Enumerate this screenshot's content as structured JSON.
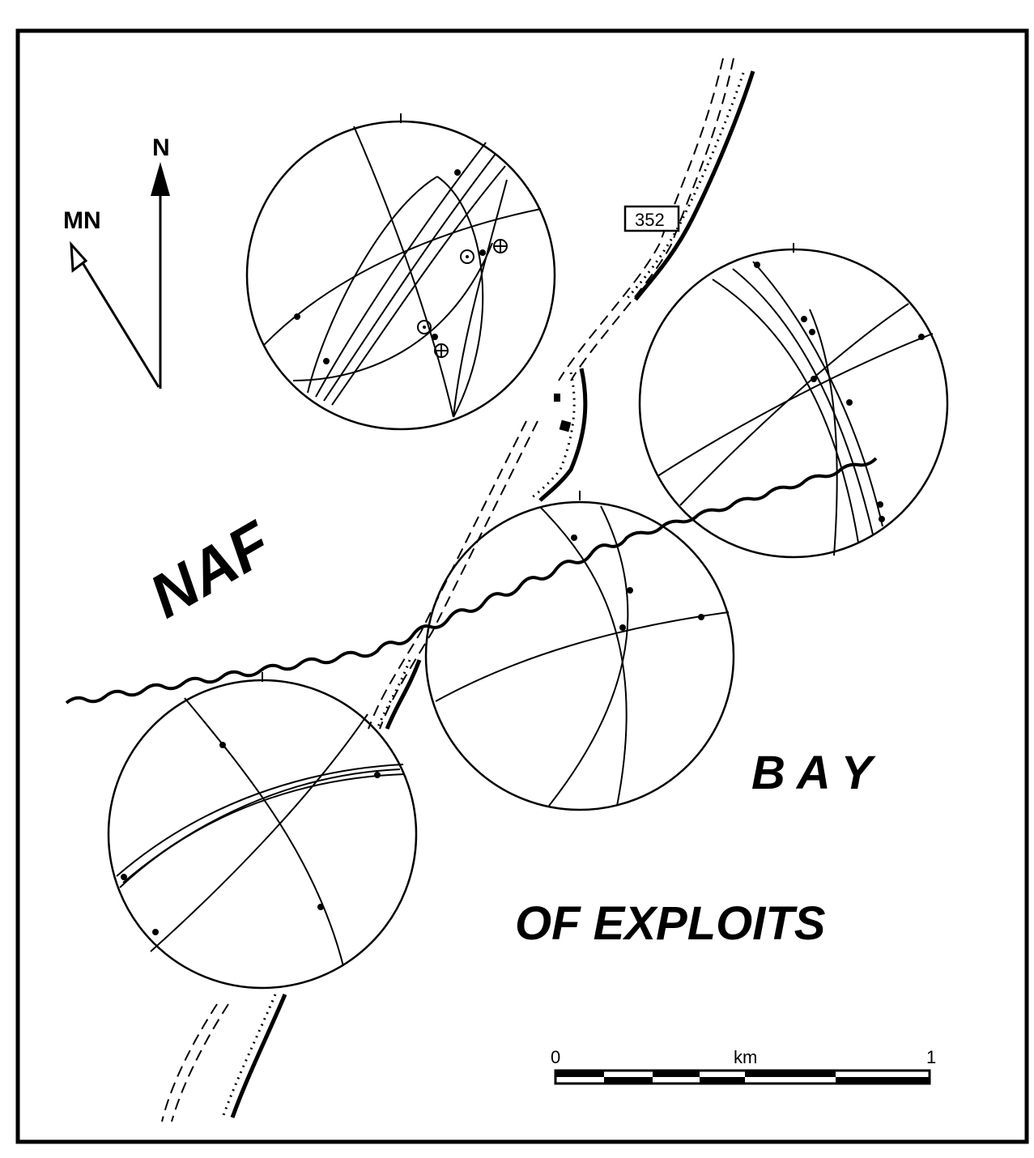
{
  "labels": {
    "north": "N",
    "magnetic_north": "MN",
    "fault": "NAF",
    "bay_line1": "B A Y",
    "bay_line2": "OF EXPLOITS",
    "road_sign": "352"
  },
  "scale_bar": {
    "start": "0",
    "unit": "km",
    "end": "1"
  },
  "stereonets": [
    {
      "id": "stereonet-1"
    },
    {
      "id": "stereonet-2"
    },
    {
      "id": "stereonet-3"
    },
    {
      "id": "stereonet-4"
    }
  ],
  "colors": {
    "ink": "#000000",
    "paper": "#ffffff"
  }
}
